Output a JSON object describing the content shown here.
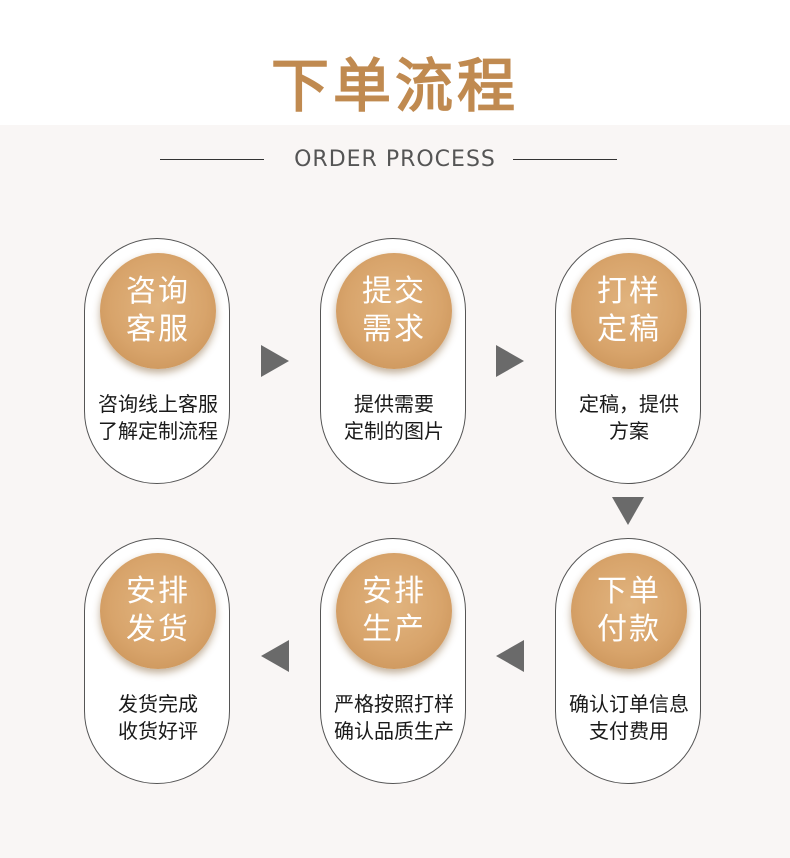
{
  "header": {
    "title": "下单流程",
    "subtitle": "ORDER PROCESS"
  },
  "colors": {
    "accent": "#c08a50",
    "circle": "#d8a46b",
    "arrow": "#6a6a6a",
    "background": "#f9f6f5"
  },
  "steps": [
    {
      "title_line1": "咨询",
      "title_line2": "客服",
      "desc_line1": "咨询线上客服",
      "desc_line2": "了解定制流程"
    },
    {
      "title_line1": "提交",
      "title_line2": "需求",
      "desc_line1": "提供需要",
      "desc_line2": "定制的图片"
    },
    {
      "title_line1": "打样",
      "title_line2": "定稿",
      "desc_line1": "定稿，提供",
      "desc_line2": "方案"
    },
    {
      "title_line1": "下单",
      "title_line2": "付款",
      "desc_line1": "确认订单信息",
      "desc_line2": "支付费用"
    },
    {
      "title_line1": "安排",
      "title_line2": "生产",
      "desc_line1": "严格按照打样",
      "desc_line2": "确认品质生产"
    },
    {
      "title_line1": "安排",
      "title_line2": "发货",
      "desc_line1": "发货完成",
      "desc_line2": "收货好评"
    }
  ]
}
